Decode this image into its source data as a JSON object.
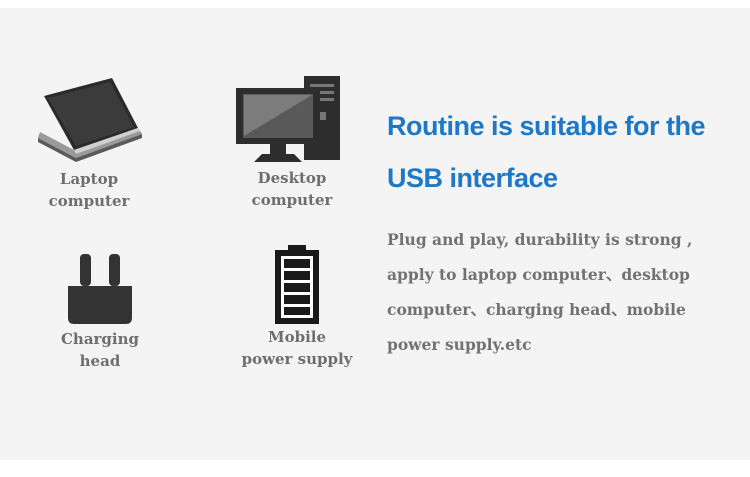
{
  "devices": {
    "laptop": {
      "icon": "laptop-icon",
      "label_line1": "Laptop",
      "label_line2": "computer"
    },
    "desktop": {
      "icon": "desktop-computer-icon",
      "label_line1": "Desktop",
      "label_line2": "computer"
    },
    "charger": {
      "icon": "charging-plug-icon",
      "label_line1": "Charging",
      "label_line2": "head"
    },
    "battery": {
      "icon": "battery-icon",
      "label_line1": "Mobile",
      "label_line2": "power supply"
    }
  },
  "headline": {
    "line1": "Routine is suitable for the",
    "line2": "USB interface"
  },
  "description": {
    "line1": "Plug and play, durability is strong ,",
    "line2": "apply to laptop computer、desktop",
    "line3": "computer、charging head、mobile",
    "line4": "power supply.etc"
  },
  "colors": {
    "headline": "#1e78c8",
    "text": "#6e6e6e",
    "background": "#f4f4f4",
    "icon": "#333333"
  }
}
